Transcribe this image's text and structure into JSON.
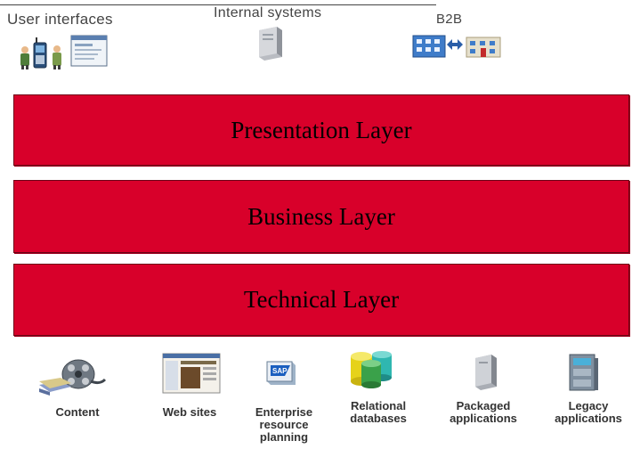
{
  "top": {
    "user_interfaces": "User interfaces",
    "internal_systems": "Internal systems",
    "b2b": "B2B"
  },
  "layers": {
    "presentation": "Presentation Layer",
    "business": "Business Layer",
    "technical": "Technical Layer"
  },
  "sources": {
    "content": "Content",
    "web_sites": "Web sites",
    "erp": "Enterprise\nresource\nplanning",
    "relational": "Relational\ndatabases",
    "packaged": "Packaged\napplications",
    "legacy": "Legacy\napplications"
  },
  "icons": {
    "sap_logo": "SAP"
  },
  "colors": {
    "layer_fill": "#d8002a",
    "layer_border": "#6d0016"
  }
}
